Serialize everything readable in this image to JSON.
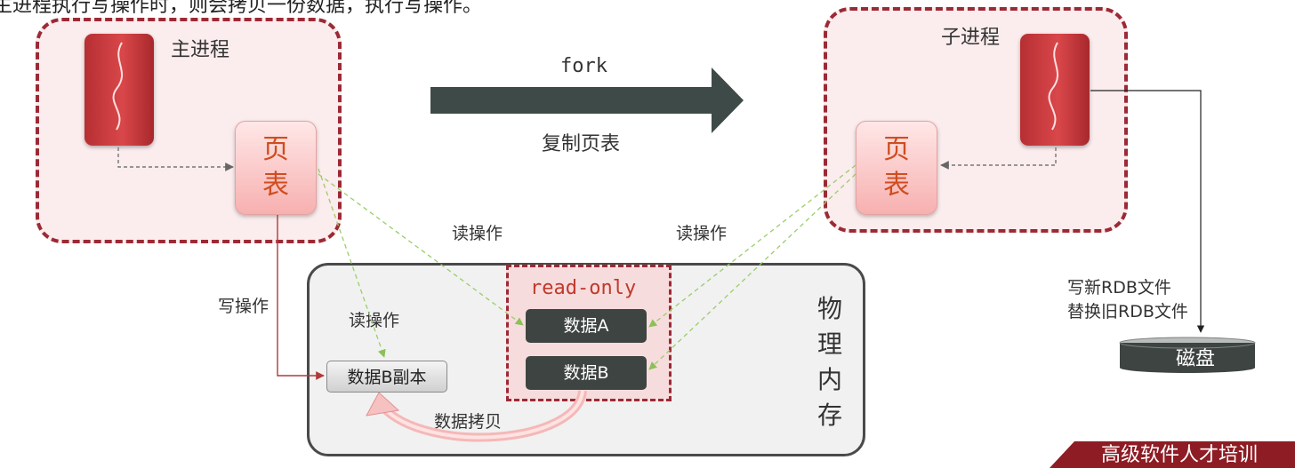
{
  "caption": "主进程执行写操作时，则会拷贝一份数据，执行写操作。",
  "main_process": {
    "label": "主进程",
    "page_table": [
      "页",
      "表"
    ]
  },
  "child_process": {
    "label": "子进程",
    "page_table": [
      "页",
      "表"
    ]
  },
  "fork_arrow": {
    "top_label": "fork",
    "bottom_label": "复制页表"
  },
  "edge_labels": {
    "read_left": "读操作",
    "read_right": "读操作",
    "read_copy": "读操作",
    "write": "写操作",
    "data_copy": "数据拷贝",
    "disk_write_1": "写新RDB文件",
    "disk_write_2": "替换旧RDB文件"
  },
  "memory": {
    "label": [
      "物",
      "理",
      "内",
      "存"
    ],
    "readonly_label": "read-only",
    "data_a": "数据A",
    "data_b": "数据B",
    "data_b_copy": "数据B副本"
  },
  "disk": {
    "label": "磁盘"
  },
  "footer": {
    "text": "高级软件人才培训"
  },
  "colors": {
    "process_border": "#9b2a35",
    "process_fill": "#fbeced",
    "thread_red": "#c43a3d",
    "page_table_text": "#cf4d1e",
    "arrow_dark": "#3e4a47",
    "read_line": "#9acd6a",
    "write_line": "#b03a3a",
    "data_block": "#3e4441",
    "footer_red": "#8e1c24"
  }
}
